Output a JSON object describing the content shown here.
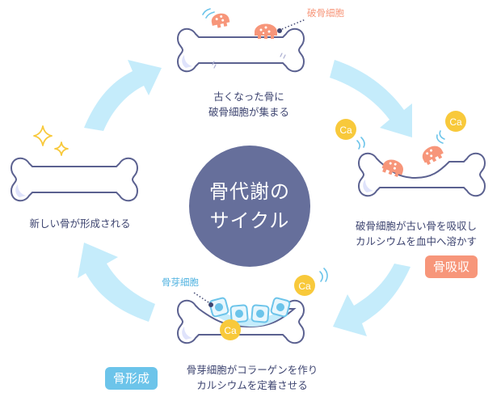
{
  "title": {
    "line1": "骨代謝の",
    "line2": "サイクル"
  },
  "stages": [
    {
      "id": "gather",
      "caption_line1": "古くなった骨に",
      "caption_line2": "破骨細胞が集まる",
      "cell_label": "破骨細胞"
    },
    {
      "id": "resorption",
      "caption_line1": "破骨細胞が古い骨を吸収し",
      "caption_line2": "カルシウムを血中へ溶かす",
      "badge": "骨吸収"
    },
    {
      "id": "formation",
      "caption_line1": "骨芽細胞がコラーゲンを作り",
      "caption_line2": "カルシウムを定着させる",
      "cell_label": "骨芽細胞",
      "badge": "骨形成"
    },
    {
      "id": "new-bone",
      "caption_line1": "新しい骨が形成される"
    }
  ],
  "calcium_label": "Ca",
  "colors": {
    "bone_outline": "#5b6190",
    "osteoclast": "#f7967a",
    "osteoblast": "#6cc4ea",
    "calcium": "#f8c93b",
    "arrow": "#c5ecfb",
    "center": "#666f9b",
    "resorption_badge": "#f7967a",
    "formation_badge": "#6cc4ea",
    "sparkle": "#f8c93b"
  }
}
